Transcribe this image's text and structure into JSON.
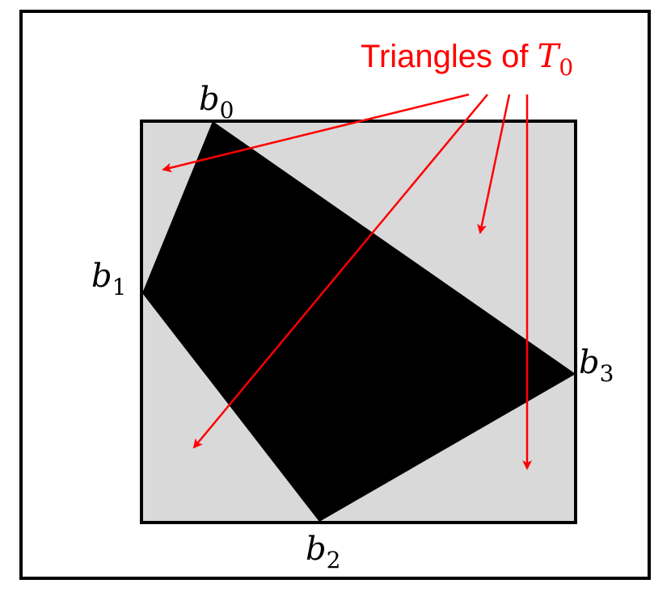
{
  "annotation": {
    "prefix": "Triangles of ",
    "variable": "T",
    "subscript": "0"
  },
  "vertices": [
    {
      "base": "b",
      "sub": "0"
    },
    {
      "base": "b",
      "sub": "1"
    },
    {
      "base": "b",
      "sub": "2"
    },
    {
      "base": "b",
      "sub": "3"
    }
  ],
  "colors": {
    "frame": "#000000",
    "square_fill": "#d9d9d9",
    "quad_fill": "#000000",
    "arrow": "#ff0000"
  }
}
